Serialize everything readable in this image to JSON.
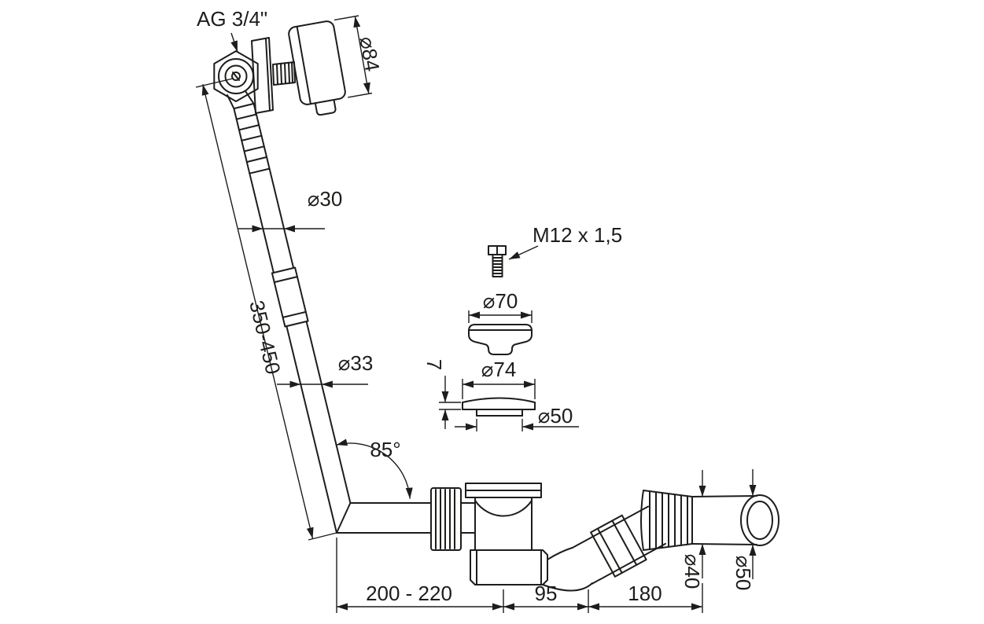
{
  "drawing": {
    "background_color": "#ffffff",
    "line_color": "#1d1d1b",
    "labels": {
      "thread": "AG 3/4\"",
      "rosette_diameter": "⌀84",
      "tube_diameter_upper": "⌀30",
      "tube_length_range": "350-450",
      "tube_diameter_lower": "⌀33",
      "bend_angle": "85°",
      "screw_thread": "M12 x 1,5",
      "cap_diameter": "⌀70",
      "flange_thickness": "7",
      "flange_diameter": "⌀74",
      "flange_plug_diameter": "⌀50",
      "outlet_pipe_diameter": "⌀40",
      "outlet_end_diameter": "⌀50",
      "span_inlet": "200 - 220",
      "span_middle": "95",
      "span_outlet": "180"
    }
  }
}
